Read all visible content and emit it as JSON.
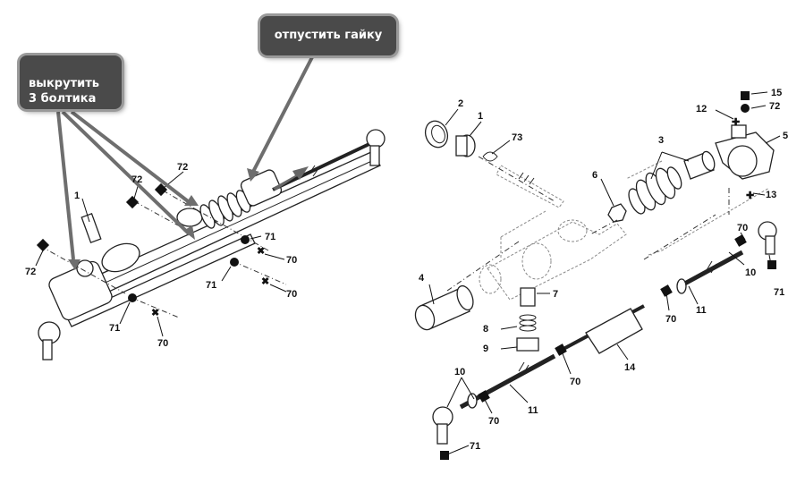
{
  "callouts": {
    "unscrew": "выкрутить\n3 болтика",
    "loosen": "отпустить гайку"
  },
  "left_labels": [
    "1",
    "72",
    "72",
    "72",
    "71",
    "70",
    "71",
    "70",
    "71",
    "70"
  ],
  "right_labels": [
    "2",
    "1",
    "73",
    "3",
    "15",
    "12",
    "72",
    "5",
    "6",
    "13",
    "70",
    "4",
    "7",
    "10",
    "71",
    "8",
    "70",
    "11",
    "9",
    "14",
    "70",
    "10",
    "70",
    "11",
    "71"
  ]
}
